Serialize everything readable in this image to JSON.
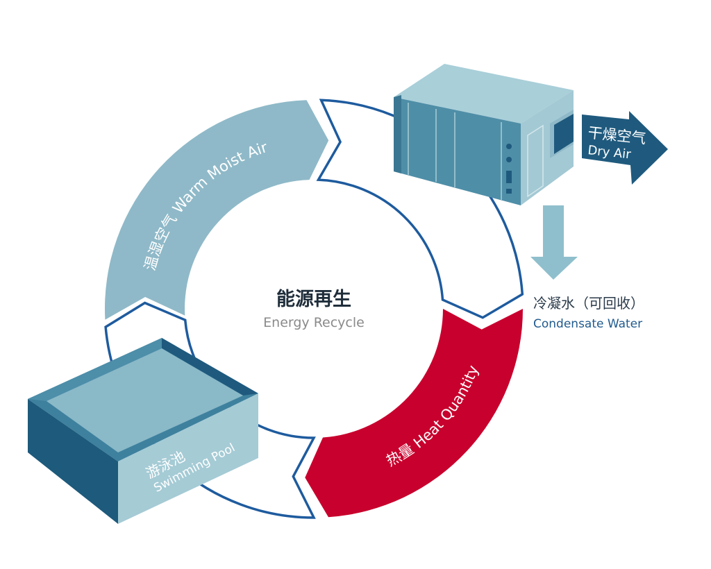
{
  "center": {
    "title_cn": "能源再生",
    "title_en": "Energy Recycle"
  },
  "segments": {
    "warm_moist_air": {
      "label": "温湿空气 Warm Moist Air"
    },
    "heat_quantity": {
      "label": "热量 Heat Quantity"
    }
  },
  "pool": {
    "label_cn": "游泳池",
    "label_en": "Swimming Pool"
  },
  "dry_air": {
    "label_cn": "干燥空气",
    "label_en": "Dry Air"
  },
  "condensate": {
    "label_cn": "冷凝水（可回收）",
    "label_en": "Condensate Water"
  },
  "colors": {
    "light_blue": "#8fb9c8",
    "red": "#c8002d",
    "outline_blue": "#1e5b9e",
    "dark_blue": "#1f5a7e"
  }
}
